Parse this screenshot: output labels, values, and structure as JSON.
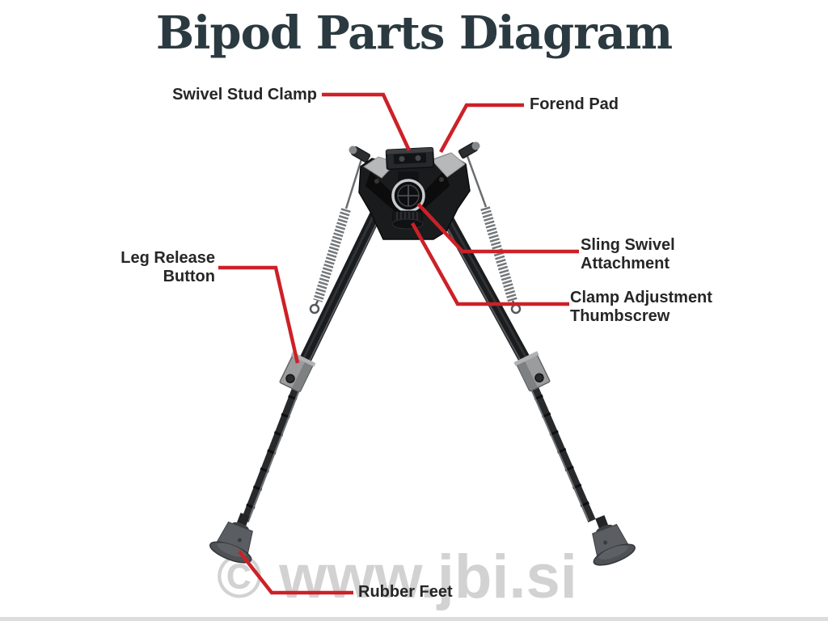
{
  "title": "Bipod Parts Diagram",
  "labels": {
    "swivel_stud_clamp": "Swivel Stud Clamp",
    "forend_pad": "Forend Pad",
    "leg_release_button": "Leg Release\nButton",
    "sling_swivel_attachment": "Sling Swivel\nAttachment",
    "clamp_adjustment_thumbscrew": "Clamp Adjustment\nThumbscrew",
    "rubber_feet": "Rubber Feet"
  },
  "watermark": "© www.jbi.si",
  "colors": {
    "callout_red": "#cc2127",
    "title_text": "#2b3a40",
    "label_text": "#262626",
    "watermark_gray": "#d2d2d2",
    "background": "#ffffff",
    "bipod_dark": "#18191b",
    "bipod_gray": "#9a9c9e"
  }
}
